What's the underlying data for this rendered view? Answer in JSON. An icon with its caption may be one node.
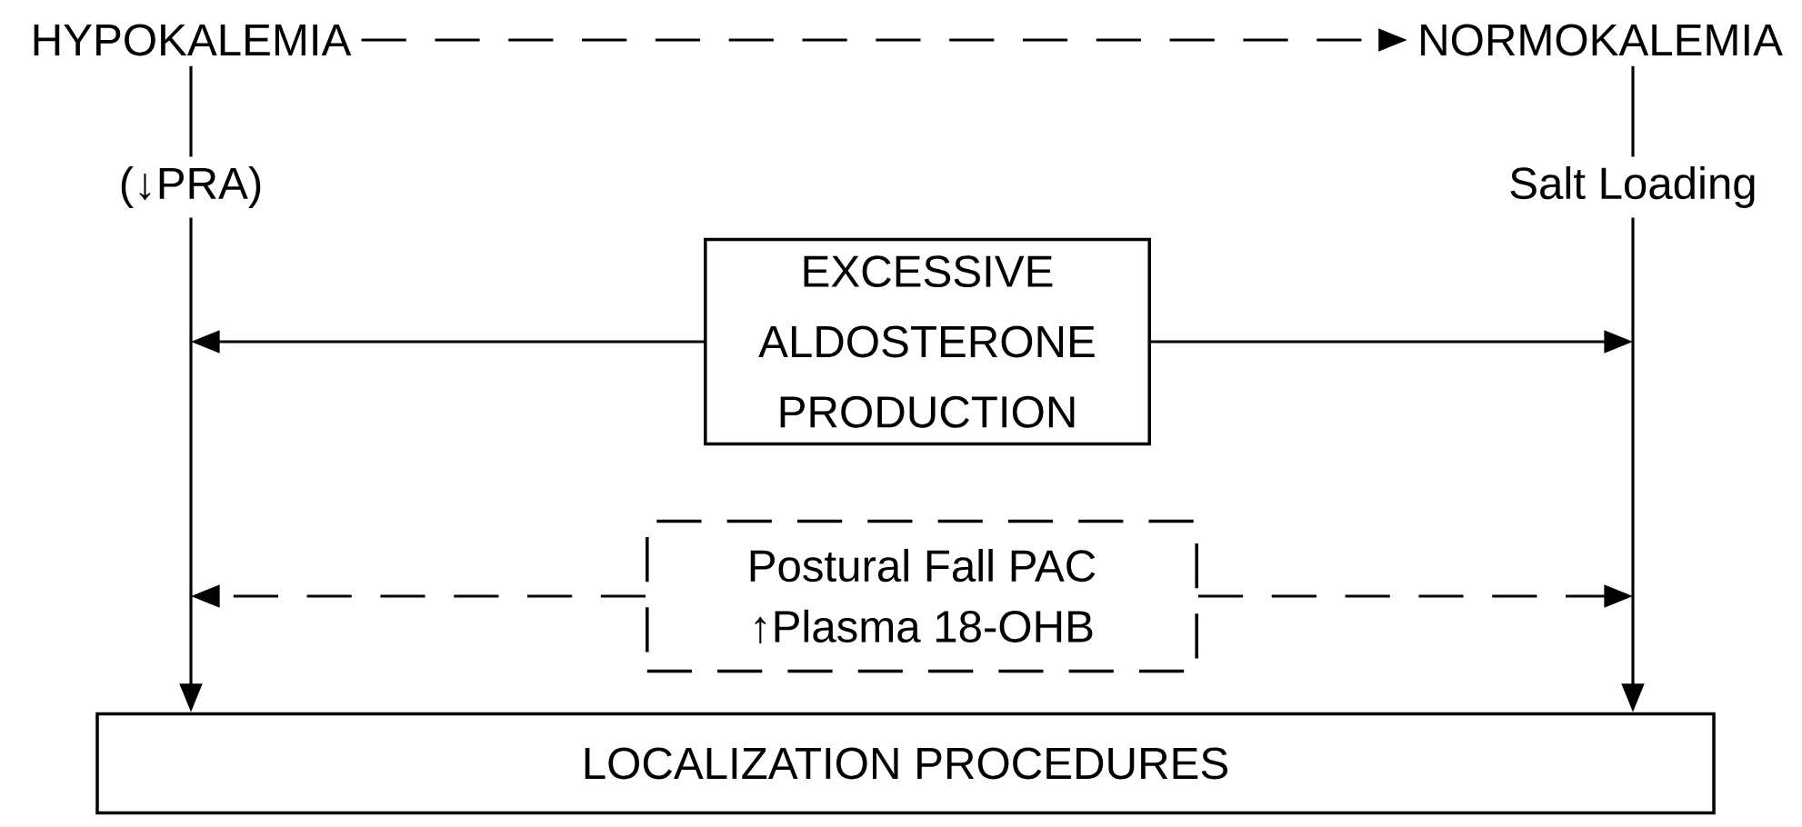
{
  "diagram": {
    "nodes": [
      {
        "text": [
          "HYPOKALEMIA"
        ]
      },
      {
        "text": [
          "NORMOKALEMIA"
        ]
      },
      {
        "text": [
          "EXCESSIVE ALDOSTERONE PRODUCTION"
        ]
      },
      {
        "text": [
          "Postural Fall PAC",
          "↑Plasma 18-OHB"
        ]
      },
      {
        "text": [
          "LOCALIZATION PROCEDURES"
        ]
      }
    ],
    "edges": [
      {
        "from": 0,
        "to": 1,
        "arrow": "to",
        "style": "dashed"
      },
      {
        "from": 0,
        "to": 4,
        "arrow": "to",
        "label": "(↓PRA)"
      },
      {
        "from": 1,
        "to": 4,
        "arrow": "to",
        "label": "Salt Loading"
      },
      {
        "from": 2,
        "to": null,
        "arrow": "to"
      },
      {
        "from": 2,
        "to": null,
        "arrow": "to"
      },
      {
        "from": 3,
        "to": null,
        "arrow": "to",
        "style": "dashed"
      },
      {
        "from": 3,
        "to": null,
        "arrow": "to",
        "style": "dashed"
      }
    ]
  }
}
